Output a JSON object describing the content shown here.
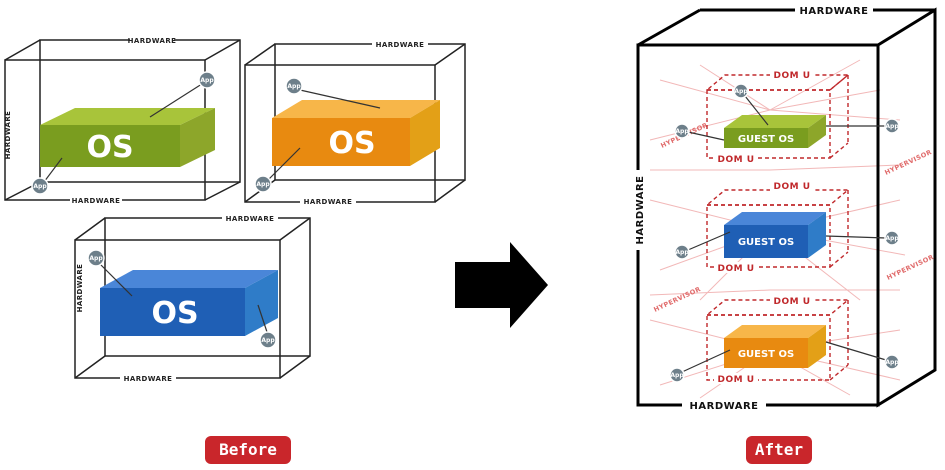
{
  "labels": {
    "hardware": "HARDWARE",
    "os": "OS",
    "guest_os": "GUEST OS",
    "dom_u": "DOM U",
    "hypervisor": "HYPERVISOR",
    "app": "App",
    "before": "Before",
    "after": "After"
  },
  "colors": {
    "green": "#7a9d1f",
    "orange": "#e88a10",
    "blue": "#1f5fb5",
    "badge_red": "#c9262b",
    "dom_u_red": "#c0282b",
    "hypervisor_rays": "#f2b8b8",
    "app_bubble": "#6d7f8a"
  },
  "icons": {
    "arrow": "right-arrow-icon"
  }
}
